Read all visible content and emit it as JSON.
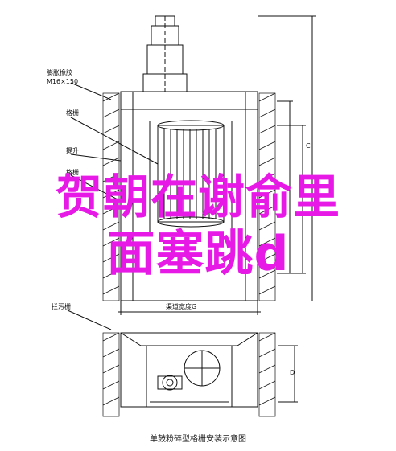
{
  "annotations": {
    "inflation_hose": "膨胀橡胶",
    "inflation_spec": "M16×150",
    "grate": "格栅",
    "lift": "提升",
    "gate": "格栅",
    "trash_bar": "拦污栅"
  },
  "dimensions": {
    "channel_width": "渠道宽度G",
    "height_c": "C",
    "depth_d": "D"
  },
  "overlay": {
    "line1": "贺朝在谢俞里",
    "line2": "面塞跳d"
  },
  "caption": "单鼓粉碎型格栅安装示意图",
  "colors": {
    "overlay": "#e619e6",
    "line": "#111111"
  }
}
